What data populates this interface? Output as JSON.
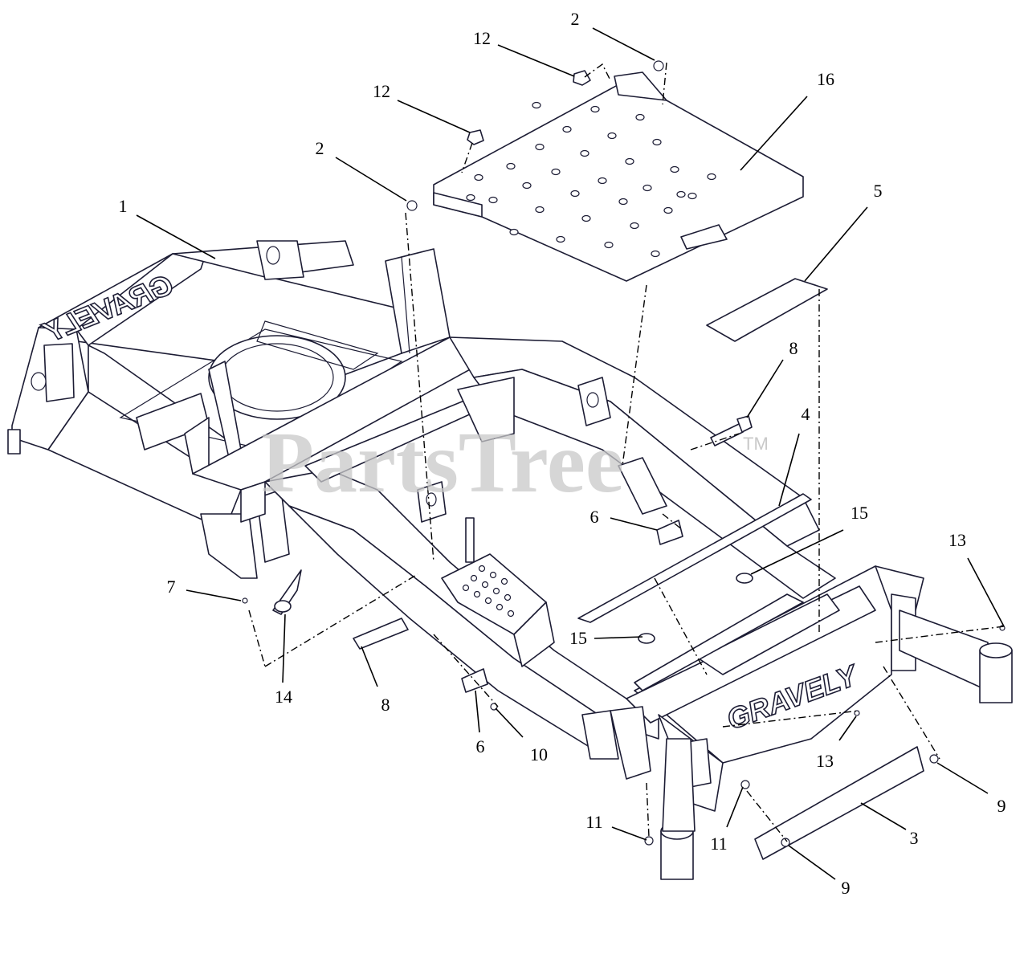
{
  "watermark": {
    "text": "PartsTree",
    "trademark": "TM"
  },
  "brand_marks": {
    "front": "GRAVELY",
    "rear": "GRAVELY"
  },
  "callouts": [
    {
      "id": "c-2-top",
      "label": "2"
    },
    {
      "id": "c-12-top",
      "label": "12"
    },
    {
      "id": "c-12-mid",
      "label": "12"
    },
    {
      "id": "c-16",
      "label": "16"
    },
    {
      "id": "c-2-mid",
      "label": "2"
    },
    {
      "id": "c-1",
      "label": "1"
    },
    {
      "id": "c-5",
      "label": "5"
    },
    {
      "id": "c-8-right",
      "label": "8"
    },
    {
      "id": "c-4",
      "label": "4"
    },
    {
      "id": "c-6-right",
      "label": "6"
    },
    {
      "id": "c-15-right",
      "label": "15"
    },
    {
      "id": "c-13-right",
      "label": "13"
    },
    {
      "id": "c-7",
      "label": "7"
    },
    {
      "id": "c-15-left",
      "label": "15"
    },
    {
      "id": "c-14",
      "label": "14"
    },
    {
      "id": "c-8-left",
      "label": "8"
    },
    {
      "id": "c-6-left",
      "label": "6"
    },
    {
      "id": "c-10",
      "label": "10"
    },
    {
      "id": "c-13-bottom",
      "label": "13"
    },
    {
      "id": "c-9-right",
      "label": "9"
    },
    {
      "id": "c-11-left",
      "label": "11"
    },
    {
      "id": "c-11-mid",
      "label": "11"
    },
    {
      "id": "c-3",
      "label": "3"
    },
    {
      "id": "c-9-bottom",
      "label": "9"
    }
  ]
}
